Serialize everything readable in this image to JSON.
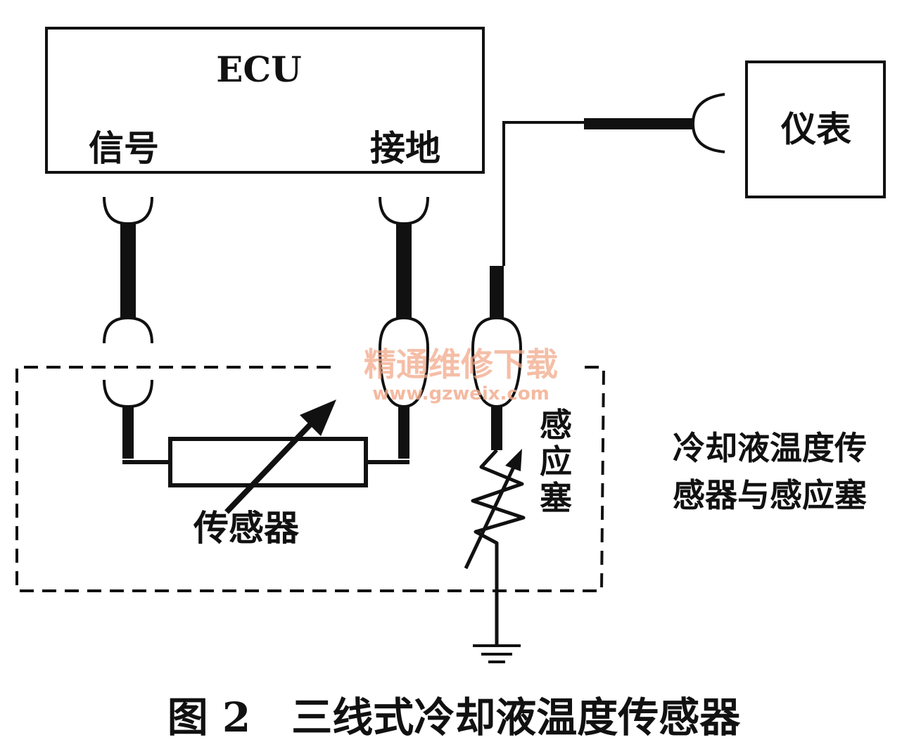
{
  "ecu": {
    "title": "ECU",
    "signal_label": "信号",
    "ground_label": "接地"
  },
  "gauge": {
    "label": "仪表"
  },
  "sensor": {
    "label": "传感器"
  },
  "sender": {
    "label_lines": [
      "感",
      "应",
      "塞"
    ]
  },
  "assembly": {
    "label_line1": "冷却液温度传",
    "label_line2": "感器与感应塞"
  },
  "watermark": {
    "line1": "精通维修下载",
    "line2": "www.gzweix.com"
  },
  "caption": {
    "text": "图 2　三线式冷却液温度传感器"
  }
}
